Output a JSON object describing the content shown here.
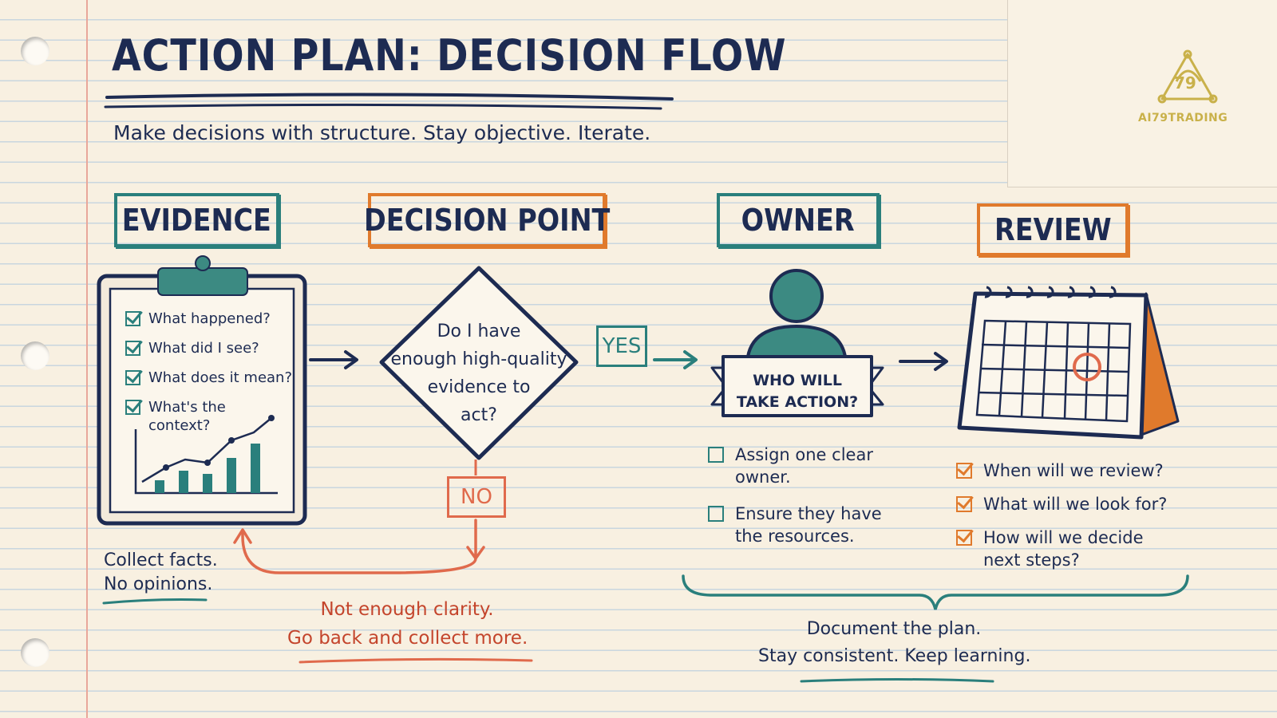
{
  "title": "ACTION PLAN:  DECISION FLOW",
  "subtitle": "Make decisions with structure. Stay objective. Iterate.",
  "brand": {
    "logo_number": "79",
    "logo_text": "AI79TRADING",
    "color": "#c9b14a"
  },
  "colors": {
    "ink": "#1d2b52",
    "teal": "#2a7f7c",
    "orange": "#e07a2c",
    "red": "#c4452c"
  },
  "evidence": {
    "header": "EVIDENCE",
    "questions": [
      "What happened?",
      "What did I see?",
      "What does it mean?",
      "What's the context?"
    ],
    "note_line1": "Collect facts.",
    "note_line2": "No opinions."
  },
  "decision": {
    "header": "DECISION POINT",
    "question_lines": [
      "Do I have",
      "enough high-quality",
      "evidence to",
      "act?"
    ],
    "yes_label": "YES",
    "no_label": "NO",
    "feedback_line1": "Not enough clarity.",
    "feedback_line2": "Go back and collect more."
  },
  "owner": {
    "header": "OWNER",
    "banner_line1": "WHO WILL",
    "banner_line2": "TAKE ACTION?",
    "items": [
      {
        "line1": "Assign one clear",
        "line2": "owner."
      },
      {
        "line1": "Ensure they have",
        "line2": "the resources."
      }
    ]
  },
  "review": {
    "header": "REVIEW",
    "items": [
      {
        "line1": "When will we review?",
        "line2": ""
      },
      {
        "line1": "What will we look for?",
        "line2": ""
      },
      {
        "line1": "How will we decide",
        "line2": "next steps?"
      }
    ]
  },
  "footer": {
    "line1": "Document the plan.",
    "line2": "Stay consistent.  Keep learning."
  }
}
